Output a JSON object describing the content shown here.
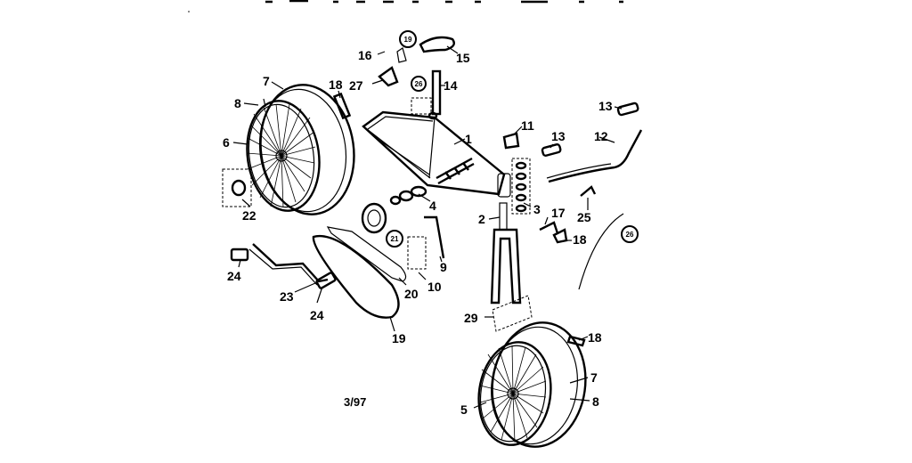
{
  "labels": {
    "p1": "1",
    "p2": "2",
    "p3": "3",
    "p4": "4",
    "p5": "5",
    "p6": "6",
    "p7a": "7",
    "p7b": "7",
    "p8a": "8",
    "p8b": "8",
    "p9": "9",
    "p10": "10",
    "p11": "11",
    "p12": "12",
    "p13a": "13",
    "p13b": "13",
    "p14": "14",
    "p15": "15",
    "p16": "16",
    "p17": "17",
    "p18a": "18",
    "p18b": "18",
    "p18c": "18",
    "p19": "19",
    "p20": "20",
    "p22": "22",
    "p23": "23",
    "p24a": "24",
    "p24b": "24",
    "p25": "25",
    "p27": "27",
    "p29": "29"
  },
  "callouts": {
    "c19": "19",
    "c26a": "26",
    "c26b": "26",
    "c21": "21"
  },
  "date_code": "3/97"
}
